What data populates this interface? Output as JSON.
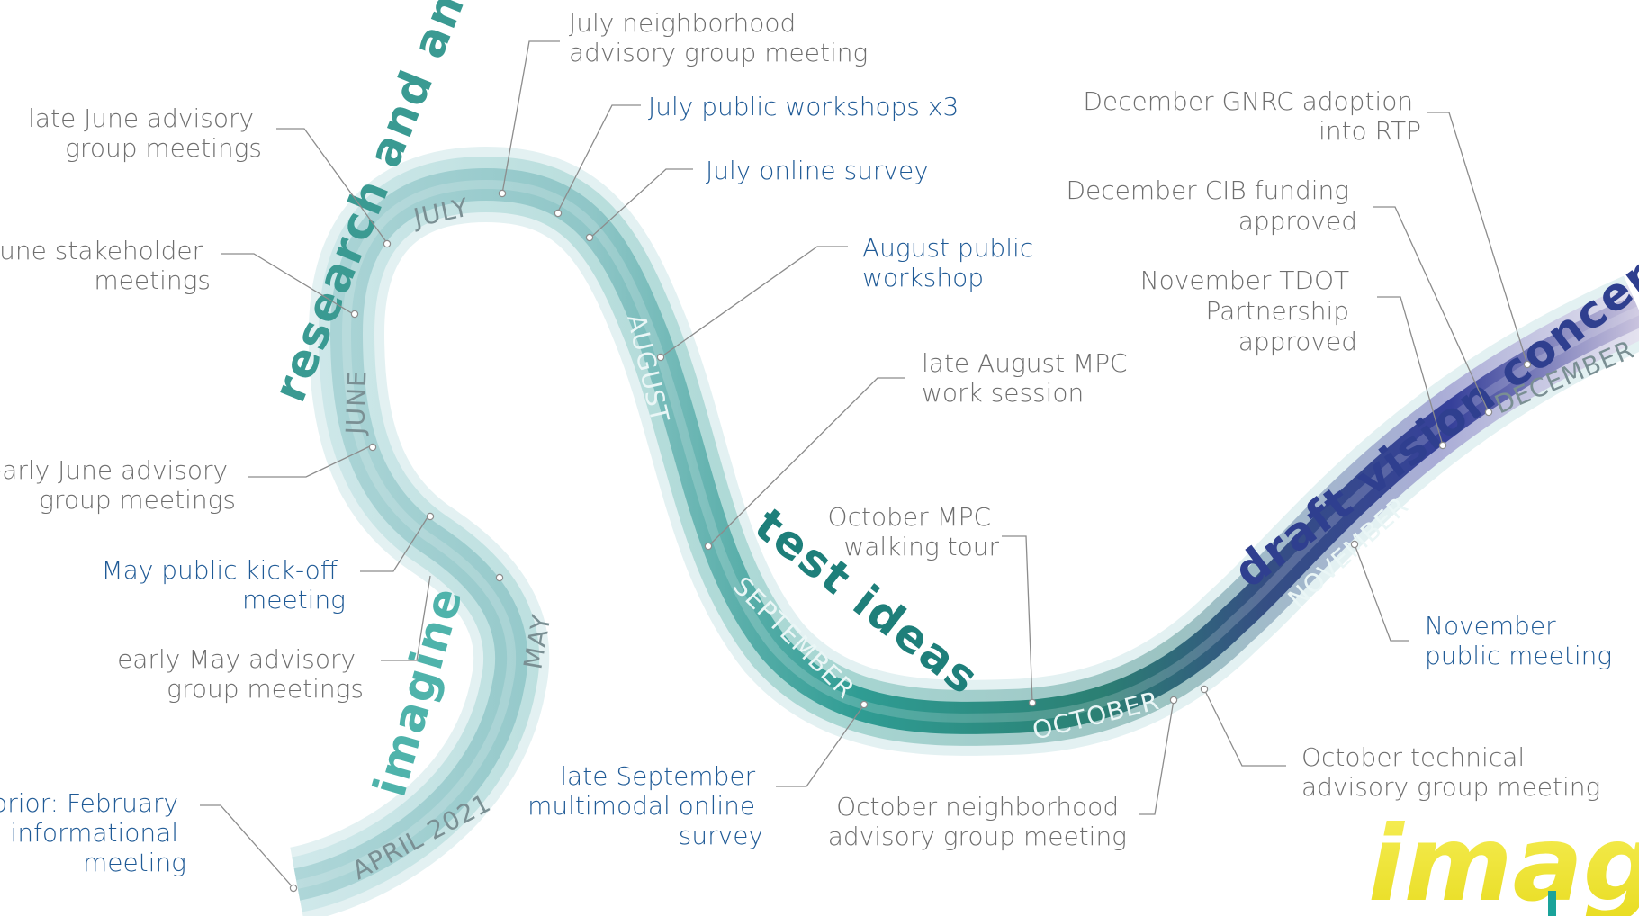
{
  "months": {
    "april": "APRIL 2021",
    "may": "MAY",
    "june": "JUNE",
    "july": "JULY",
    "august": "AUGUST",
    "september": "SEPTEMBER",
    "october": "OCTOBER",
    "november": "NOVEMBER",
    "december": "DECEMBER"
  },
  "phases": {
    "imagine": "imagine",
    "research_and_analyze": "research and analyze",
    "test_ideas": "test ideas",
    "draft_vision_concepts": "draft vision concepts"
  },
  "events": {
    "feb_meeting": [
      "prior: February",
      "informational",
      "meeting"
    ],
    "early_may_advisory": [
      "early May advisory",
      "group meetings"
    ],
    "may_kickoff": [
      "May public kick-off",
      "meeting"
    ],
    "early_june_advisory": [
      "early June advisory",
      "group meetings"
    ],
    "june_stakeholder": [
      "June stakeholder",
      "meetings"
    ],
    "late_june_advisory": [
      "late June advisory",
      "group meetings"
    ],
    "july_neighborhood": [
      "July neighborhood",
      "advisory group meeting"
    ],
    "july_workshops": [
      "July public workshops x3"
    ],
    "july_survey": [
      "July online survey"
    ],
    "august_workshop": [
      "August public",
      "workshop"
    ],
    "late_august_mpc": [
      "late August MPC",
      "work session"
    ],
    "late_september_survey": [
      "late September",
      "multimodal online",
      "survey"
    ],
    "october_walking_tour": [
      "October MPC",
      "walking tour"
    ],
    "october_neighborhood": [
      "October neighborhood",
      "advisory group meeting"
    ],
    "october_technical": [
      "October technical",
      "advisory group meeting"
    ],
    "november_public": [
      "November",
      "public meeting"
    ],
    "november_tdot": [
      "November TDOT",
      "Partnership",
      "approved"
    ],
    "december_cib": [
      "December CIB funding",
      "approved"
    ],
    "december_gnrc": [
      "December GNRC adoption",
      "into RTP"
    ]
  },
  "corner_logo": {
    "text": "imagi",
    "color": "#f2e632"
  },
  "colors": {
    "gray_text": "#6e6e6e",
    "blue_text": "#1f5a96",
    "teal": "#3a9a92",
    "navy": "#2f3f8f",
    "road_light": "#cfe7ea"
  }
}
